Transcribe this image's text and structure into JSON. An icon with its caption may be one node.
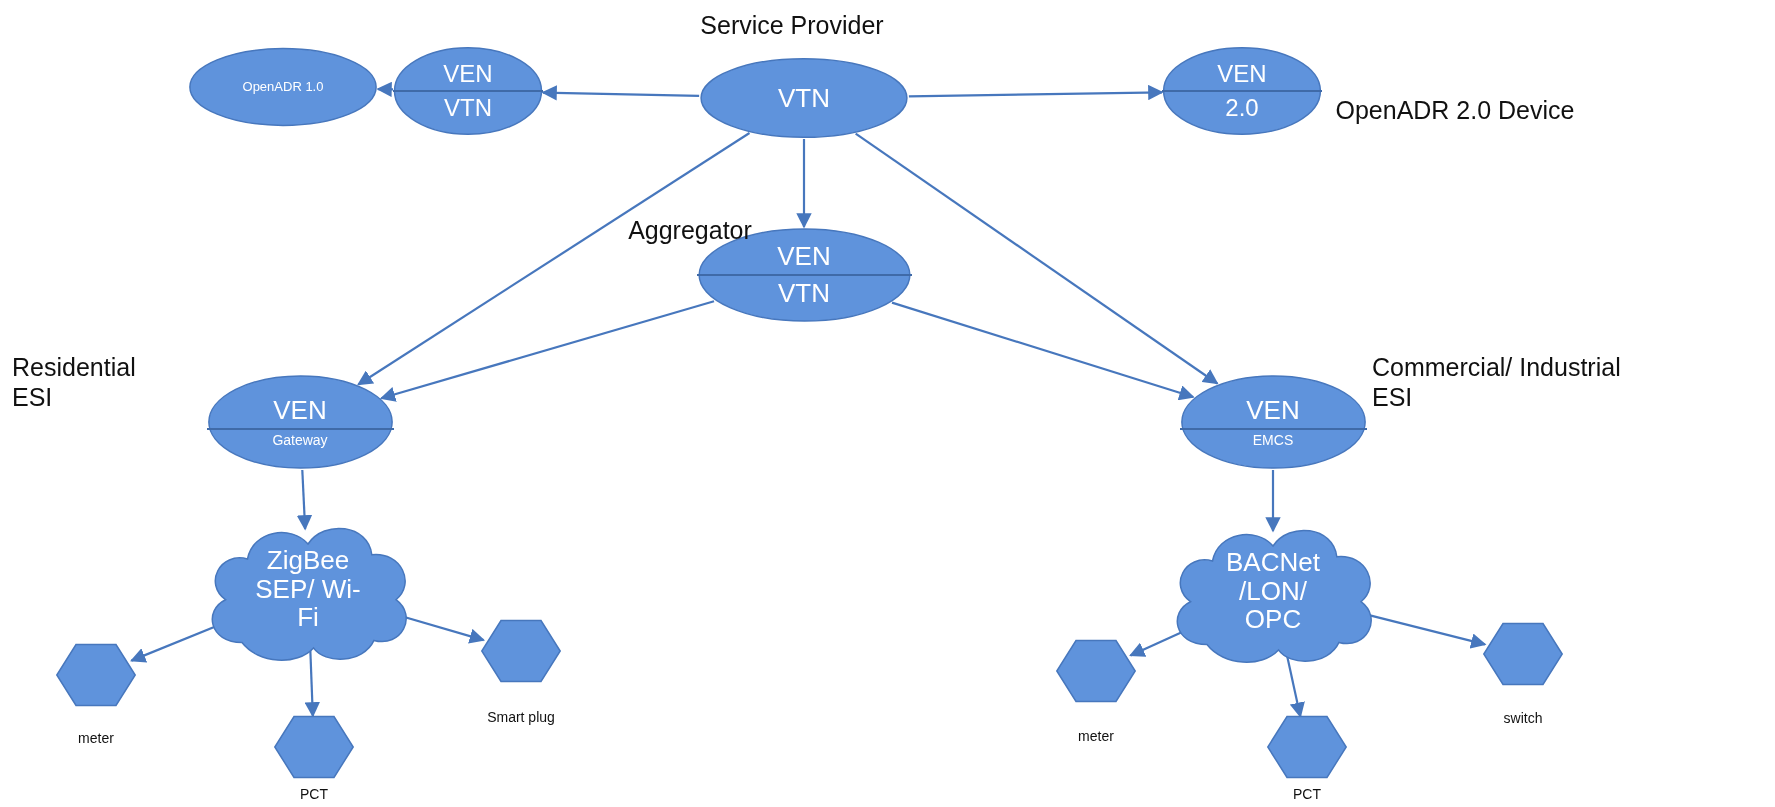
{
  "diagram": {
    "nodes": [
      {
        "text": [
          "OpenADR 1.0"
        ]
      },
      {
        "text": [
          "VEN",
          "VTN"
        ]
      },
      {
        "text": [
          "VTN"
        ],
        "beside": [
          "Service Provider"
        ]
      },
      {
        "text": [
          "VEN",
          "2.0"
        ],
        "beside": [
          "OpenADR 2.0 Device"
        ]
      },
      {
        "text": [
          "VEN",
          "VTN"
        ],
        "beside": [
          "Aggregator"
        ]
      },
      {
        "text": [
          "VEN",
          "Gateway"
        ],
        "beside": [
          "Residential ESI"
        ]
      },
      {
        "text": [
          "VEN",
          "EMCS"
        ],
        "beside": [
          "Commercial/ Industrial ESI"
        ]
      },
      {
        "text": [
          "ZigBee SEP/ Wi-Fi"
        ]
      },
      {
        "text": [
          "BACNet /LON/ OPC"
        ]
      },
      {
        "text": [],
        "shape": "hexagon",
        "beside": [
          "meter"
        ]
      },
      {
        "text": [],
        "shape": "hexagon",
        "beside": [
          "PCT"
        ]
      },
      {
        "text": [],
        "shape": "hexagon",
        "beside": [
          "Smart plug"
        ]
      },
      {
        "text": [],
        "shape": "hexagon",
        "beside": [
          "meter"
        ]
      },
      {
        "text": [],
        "shape": "hexagon",
        "beside": [
          "PCT"
        ]
      },
      {
        "text": [],
        "shape": "hexagon",
        "beside": [
          "switch"
        ]
      }
    ],
    "edges": [
      {
        "from": 2,
        "to": 1,
        "arrow": "to"
      },
      {
        "from": 1,
        "to": 0,
        "arrow": "to"
      },
      {
        "from": 2,
        "to": 3,
        "arrow": "to"
      },
      {
        "from": 2,
        "to": 4,
        "arrow": "to"
      },
      {
        "from": 2,
        "to": 5,
        "arrow": "to"
      },
      {
        "from": 2,
        "to": 6,
        "arrow": "to"
      },
      {
        "from": 4,
        "to": 5,
        "arrow": "to"
      },
      {
        "from": 4,
        "to": 6,
        "arrow": "to"
      },
      {
        "from": 5,
        "to": 7,
        "arrow": "to"
      },
      {
        "from": 6,
        "to": 8,
        "arrow": "to"
      },
      {
        "from": 7,
        "to": 9,
        "arrow": "to"
      },
      {
        "from": 7,
        "to": 10,
        "arrow": "to"
      },
      {
        "from": 7,
        "to": 11,
        "arrow": "to"
      },
      {
        "from": 8,
        "to": 12,
        "arrow": "to"
      },
      {
        "from": 8,
        "to": 13,
        "arrow": "to"
      },
      {
        "from": 8,
        "to": 14,
        "arrow": "to"
      }
    ]
  }
}
